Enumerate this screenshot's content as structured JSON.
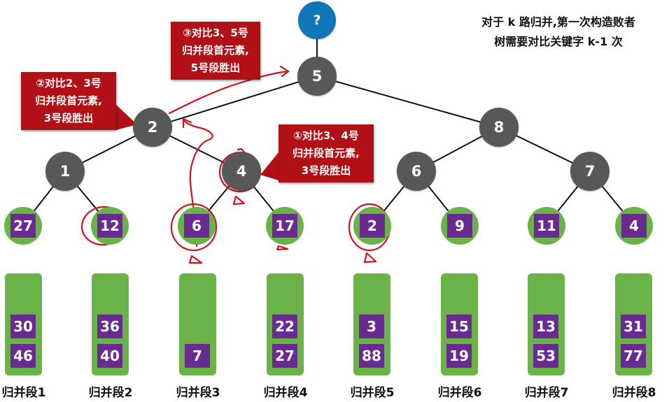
{
  "root": {
    "label": "?",
    "color": "#0f76b8"
  },
  "internal": {
    "n5": "5",
    "n2": "2",
    "n8": "8",
    "n1": "1",
    "n4": "4",
    "n6": "6",
    "n7": "7"
  },
  "leaves": [
    "27",
    "12",
    "6",
    "17",
    "2",
    "9",
    "11",
    "4"
  ],
  "segments": [
    {
      "label": "归并段1",
      "values": [
        "30",
        "46"
      ]
    },
    {
      "label": "归并段2",
      "values": [
        "36",
        "40"
      ]
    },
    {
      "label": "归并段3",
      "values": [
        "7"
      ]
    },
    {
      "label": "归并段4",
      "values": [
        "22",
        "27"
      ]
    },
    {
      "label": "归并段5",
      "values": [
        "3",
        "88"
      ]
    },
    {
      "label": "归并段6",
      "values": [
        "15",
        "19"
      ]
    },
    {
      "label": "归并段7",
      "values": [
        "13",
        "53"
      ]
    },
    {
      "label": "归并段8",
      "values": [
        "31",
        "77"
      ]
    }
  ],
  "callouts": {
    "c1": [
      "①对比3、4号",
      "归并段首元素,",
      "3号段胜出"
    ],
    "c2": [
      "②对比2、3号",
      "归并段首元素,",
      "3号段胜出"
    ],
    "c3": [
      "③对比3、5号",
      "归并段首元素,",
      "5号段胜出"
    ]
  },
  "note": [
    "对于 k 路归并,第一次构造败者",
    "树需要对比关键字 k-1 次"
  ],
  "colors": {
    "node_gray": "#585858",
    "leaf_green": "#69b348",
    "value_purple": "#6a2b91",
    "callout_red": "#b11116",
    "annotation_red": "#d0121b"
  }
}
